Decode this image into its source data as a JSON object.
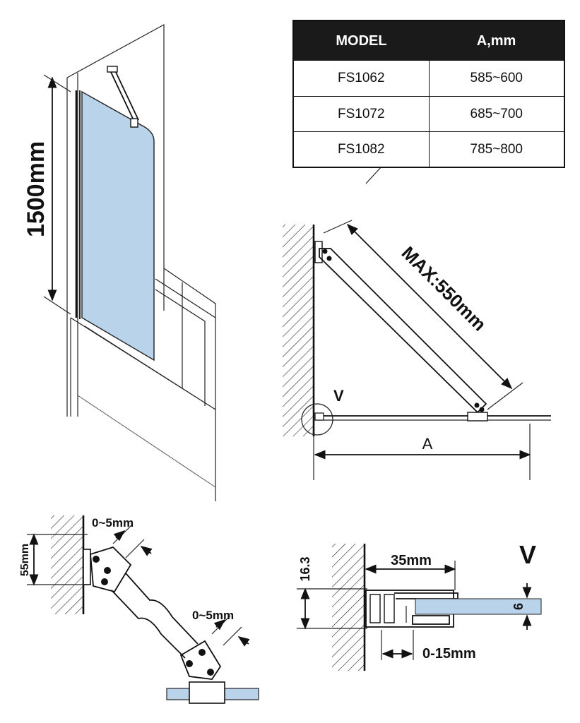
{
  "table": {
    "headers": [
      "MODEL",
      "A,mm"
    ],
    "rows": [
      [
        "FS1062",
        "585~600"
      ],
      [
        "FS1072",
        "685~700"
      ],
      [
        "FS1082",
        "785~800"
      ]
    ]
  },
  "labels": {
    "height": "1500mm",
    "max_length": "MAX:550mm",
    "detail_marker": "V",
    "width_a": "A",
    "bracket_height": "55mm",
    "gap_top": "0~5mm",
    "gap_bottom": "0~5mm",
    "detail_title": "V",
    "profile_height": "16.3",
    "profile_depth": "35mm",
    "glass_thickness": "6",
    "adjust_range": "0-15mm"
  },
  "colors": {
    "glass": "#b9d3ea",
    "line": "#111111",
    "header_bg": "#1a1a1a"
  }
}
